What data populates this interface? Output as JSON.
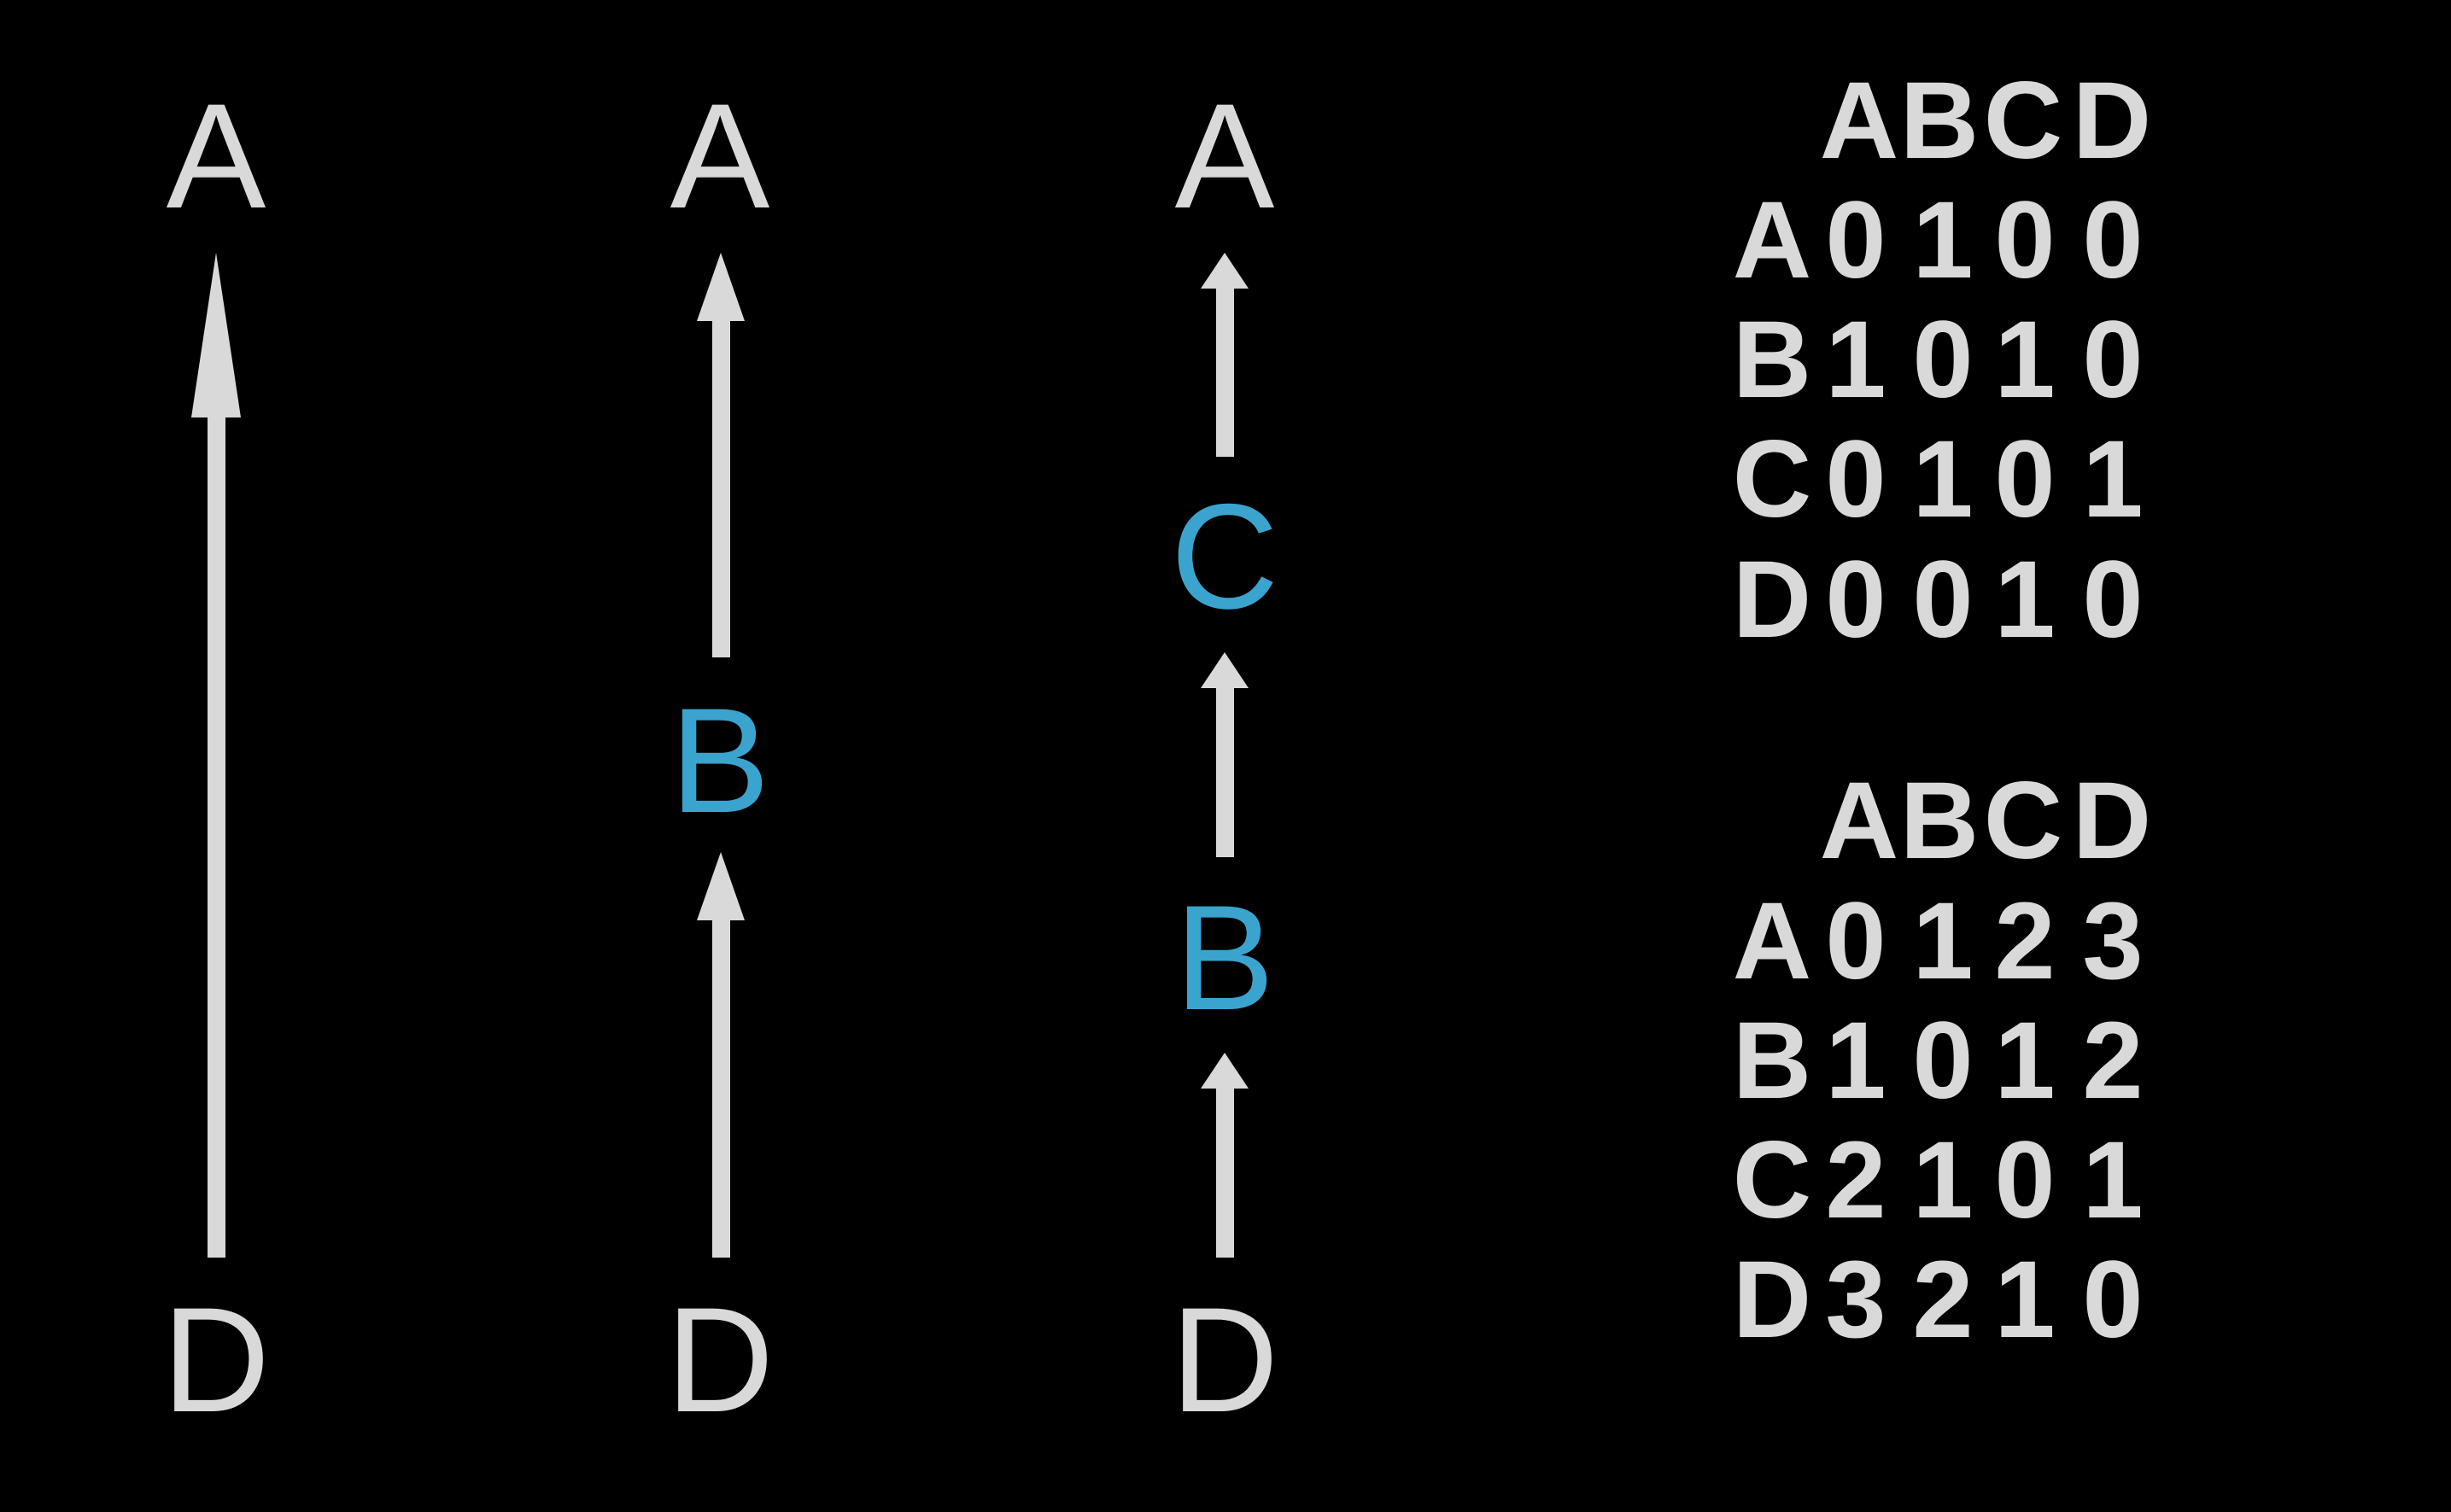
{
  "colors": {
    "background": "#000000",
    "primary": "#d9d9d9",
    "highlight": "#3aa4cf"
  },
  "diagrams": [
    {
      "nodes": [
        {
          "label": "A",
          "highlight": false
        },
        {
          "label": "D",
          "highlight": false
        }
      ]
    },
    {
      "nodes": [
        {
          "label": "A",
          "highlight": false
        },
        {
          "label": "B",
          "highlight": true
        },
        {
          "label": "D",
          "highlight": false
        }
      ]
    },
    {
      "nodes": [
        {
          "label": "A",
          "highlight": false
        },
        {
          "label": "C",
          "highlight": true
        },
        {
          "label": "B",
          "highlight": true
        },
        {
          "label": "D",
          "highlight": false
        }
      ]
    }
  ],
  "matrices": [
    {
      "columns": [
        "A",
        "B",
        "C",
        "D"
      ],
      "rows": [
        {
          "label": "A",
          "values": [
            "0",
            "1",
            "0",
            "0"
          ]
        },
        {
          "label": "B",
          "values": [
            "1",
            "0",
            "1",
            "0"
          ]
        },
        {
          "label": "C",
          "values": [
            "0",
            "1",
            "0",
            "1"
          ]
        },
        {
          "label": "D",
          "values": [
            "0",
            "0",
            "1",
            "0"
          ]
        }
      ]
    },
    {
      "columns": [
        "A",
        "B",
        "C",
        "D"
      ],
      "rows": [
        {
          "label": "A",
          "values": [
            "0",
            "1",
            "2",
            "3"
          ]
        },
        {
          "label": "B",
          "values": [
            "1",
            "0",
            "1",
            "2"
          ]
        },
        {
          "label": "C",
          "values": [
            "2",
            "1",
            "0",
            "1"
          ]
        },
        {
          "label": "D",
          "values": [
            "3",
            "2",
            "1",
            "0"
          ]
        }
      ]
    }
  ]
}
